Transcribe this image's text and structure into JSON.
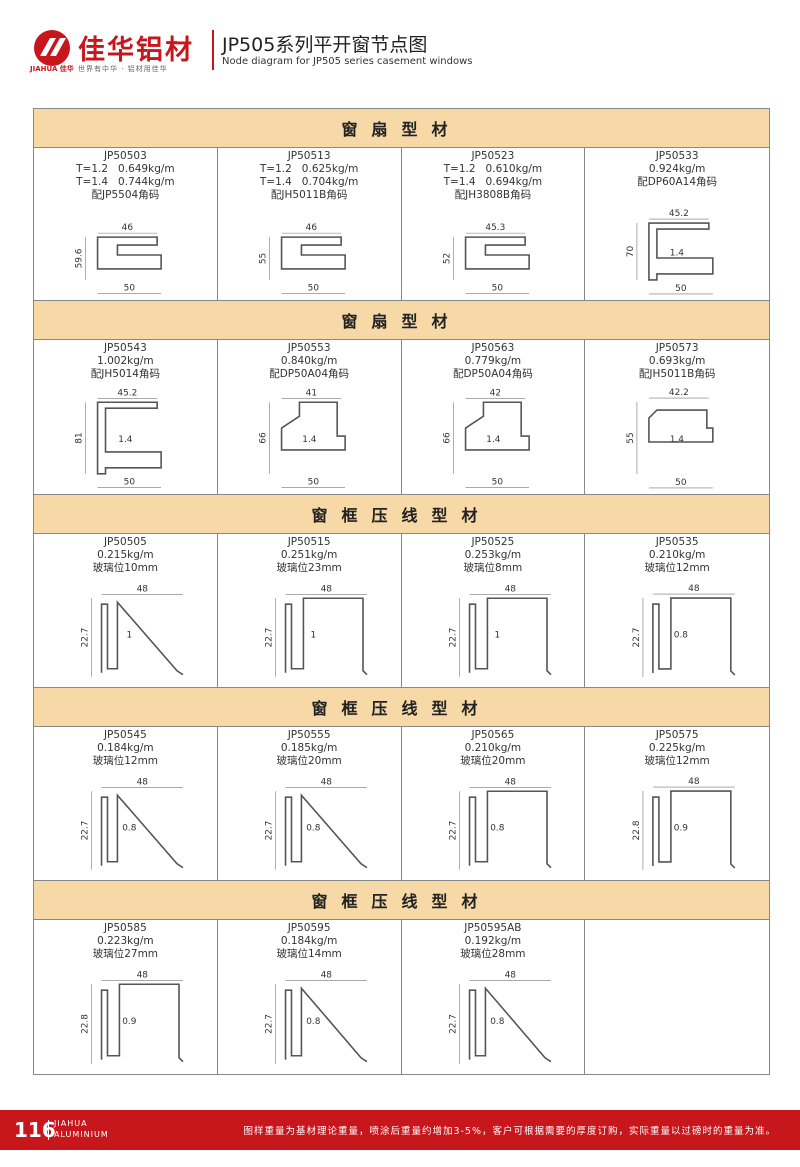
{
  "header": {
    "brand_cn": "佳华铝材",
    "brand_sub": "JIAHUA 佳华",
    "slogan": "世界有中华 · 铝材用佳华",
    "title_cn": "JP505系列平开窗节点图",
    "title_en": "Node diagram for JP505 series casement windows"
  },
  "sections": [
    {
      "heading": "窗扇型材",
      "items": [
        {
          "text": "JP50503\nT=1.2   0.649kg/m\nT=1.4   0.744kg/m\n配JP5504角码",
          "type": "sash",
          "dims": [
            "46",
            "59.6",
            "50"
          ]
        },
        {
          "text": "JP50513\nT=1.2   0.625kg/m\nT=1.4   0.704kg/m\n配JH5011B角码",
          "type": "sash",
          "dims": [
            "46",
            "55",
            "50"
          ]
        },
        {
          "text": "JP50523\nT=1.2   0.610kg/m\nT=1.4   0.694kg/m\n配JH3808B角码",
          "type": "sash",
          "dims": [
            "45.3",
            "52",
            "50"
          ]
        },
        {
          "text": "JP50533\n0.924kg/m\n配DP60A14角码",
          "type": "sash2",
          "dims": [
            "45.2",
            "70",
            "50",
            "1.4"
          ]
        }
      ]
    },
    {
      "heading": "窗扇型材",
      "items": [
        {
          "text": "JP50543\n1.002kg/m\n配JH5014角码",
          "type": "sash2",
          "dims": [
            "45.2",
            "81",
            "50",
            "1.4"
          ]
        },
        {
          "text": "JP50553\n0.840kg/m\n配DP50A04角码",
          "type": "sash3",
          "dims": [
            "41",
            "66",
            "50",
            "1.4"
          ]
        },
        {
          "text": "JP50563\n0.779kg/m\n配DP50A04角码",
          "type": "sash3",
          "dims": [
            "42",
            "66",
            "50",
            "1.4"
          ]
        },
        {
          "text": "JP50573\n0.693kg/m\n配JH5011B角码",
          "type": "sash4",
          "dims": [
            "42.2",
            "55",
            "50",
            "1.4"
          ]
        }
      ]
    },
    {
      "heading": "窗框压线型材",
      "items": [
        {
          "text": "JP50505\n0.215kg/m\n玻璃位10mm",
          "type": "bead-slope",
          "dims": [
            "48",
            "22.7",
            "1"
          ]
        },
        {
          "text": "JP50515\n0.251kg/m\n玻璃位23mm",
          "type": "bead-flat",
          "dims": [
            "48",
            "22.7",
            "1"
          ]
        },
        {
          "text": "JP50525\n0.253kg/m\n玻璃位8mm",
          "type": "bead-flat",
          "dims": [
            "48",
            "22.7",
            "1"
          ]
        },
        {
          "text": "JP50535\n0.210kg/m\n玻璃位12mm",
          "type": "bead-flat",
          "dims": [
            "48",
            "22.7",
            "0.8"
          ]
        }
      ]
    },
    {
      "heading": "窗框压线型材",
      "items": [
        {
          "text": "JP50545\n0.184kg/m\n玻璃位12mm",
          "type": "bead-slope",
          "dims": [
            "48",
            "22.7",
            "0.8"
          ]
        },
        {
          "text": "JP50555\n0.185kg/m\n玻璃位20mm",
          "type": "bead-slope",
          "dims": [
            "48",
            "22.7",
            "0.8"
          ]
        },
        {
          "text": "JP50565\n0.210kg/m\n玻璃位20mm",
          "type": "bead-flat",
          "dims": [
            "48",
            "22.7",
            "0.8"
          ]
        },
        {
          "text": "JP50575\n0.225kg/m\n玻璃位12mm",
          "type": "bead-flat",
          "dims": [
            "48",
            "22.8",
            "0.9"
          ]
        }
      ]
    },
    {
      "heading": "窗框压线型材",
      "items": [
        {
          "text": "JP50585\n0.223kg/m\n玻璃位27mm",
          "type": "bead-flat",
          "dims": [
            "48",
            "22.8",
            "0.9"
          ]
        },
        {
          "text": "JP50595\n0.184kg/m\n玻璃位14mm",
          "type": "bead-slope",
          "dims": [
            "48",
            "22.7",
            "0.8"
          ]
        },
        {
          "text": "JP50595AB\n0.192kg/m\n玻璃位28mm",
          "type": "bead-slope",
          "dims": [
            "48",
            "22.7",
            "0.8"
          ]
        },
        {
          "text": "",
          "type": "empty",
          "dims": []
        }
      ]
    }
  ],
  "footer": {
    "page": "116",
    "brand1": "JIAHUA",
    "brand2": "ALUMINIUM",
    "note": "图样重量为基材理论重量，喷涂后重量约增加3-5%，客户可根据需要的厚度订购，实际重量以过磅时的重量为准。"
  },
  "colors": {
    "brand_red": "#c8161d",
    "section_bg": "#f7d9a8"
  }
}
